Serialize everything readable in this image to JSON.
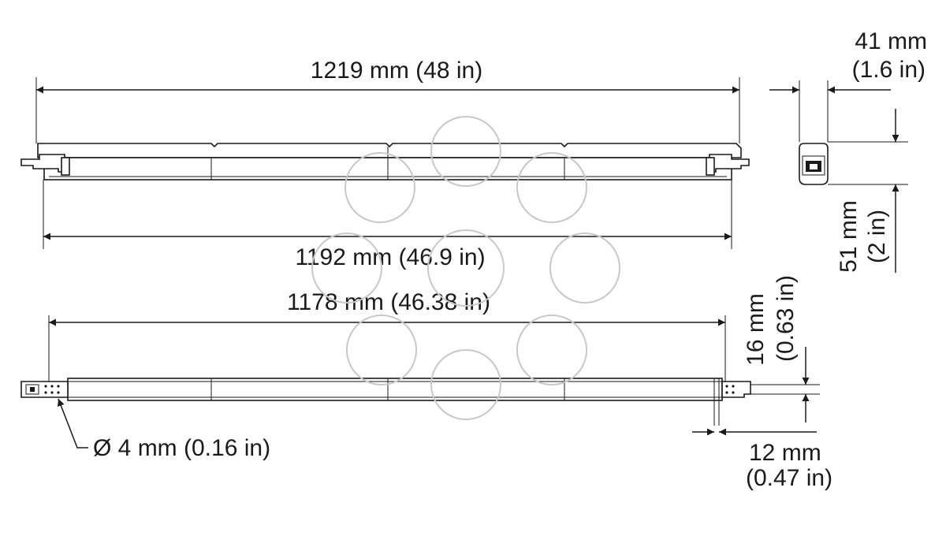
{
  "dimensions": {
    "overall_length": "1219 mm (48 in)",
    "housing_length": "1192 mm (46.9 in)",
    "mounting_length": "1178 mm (46.38 in)",
    "width_mm": "41 mm",
    "width_in": "(1.6 in)",
    "height_mm": "51 mm",
    "height_in": "(2 in)",
    "bracket_height_mm": "16 mm",
    "bracket_height_in": "(0.63 in)",
    "bracket_offset_mm": "12 mm",
    "bracket_offset_in": "(0.47 in)",
    "hole_diameter": "Ø 4 mm (0.16 in)"
  }
}
